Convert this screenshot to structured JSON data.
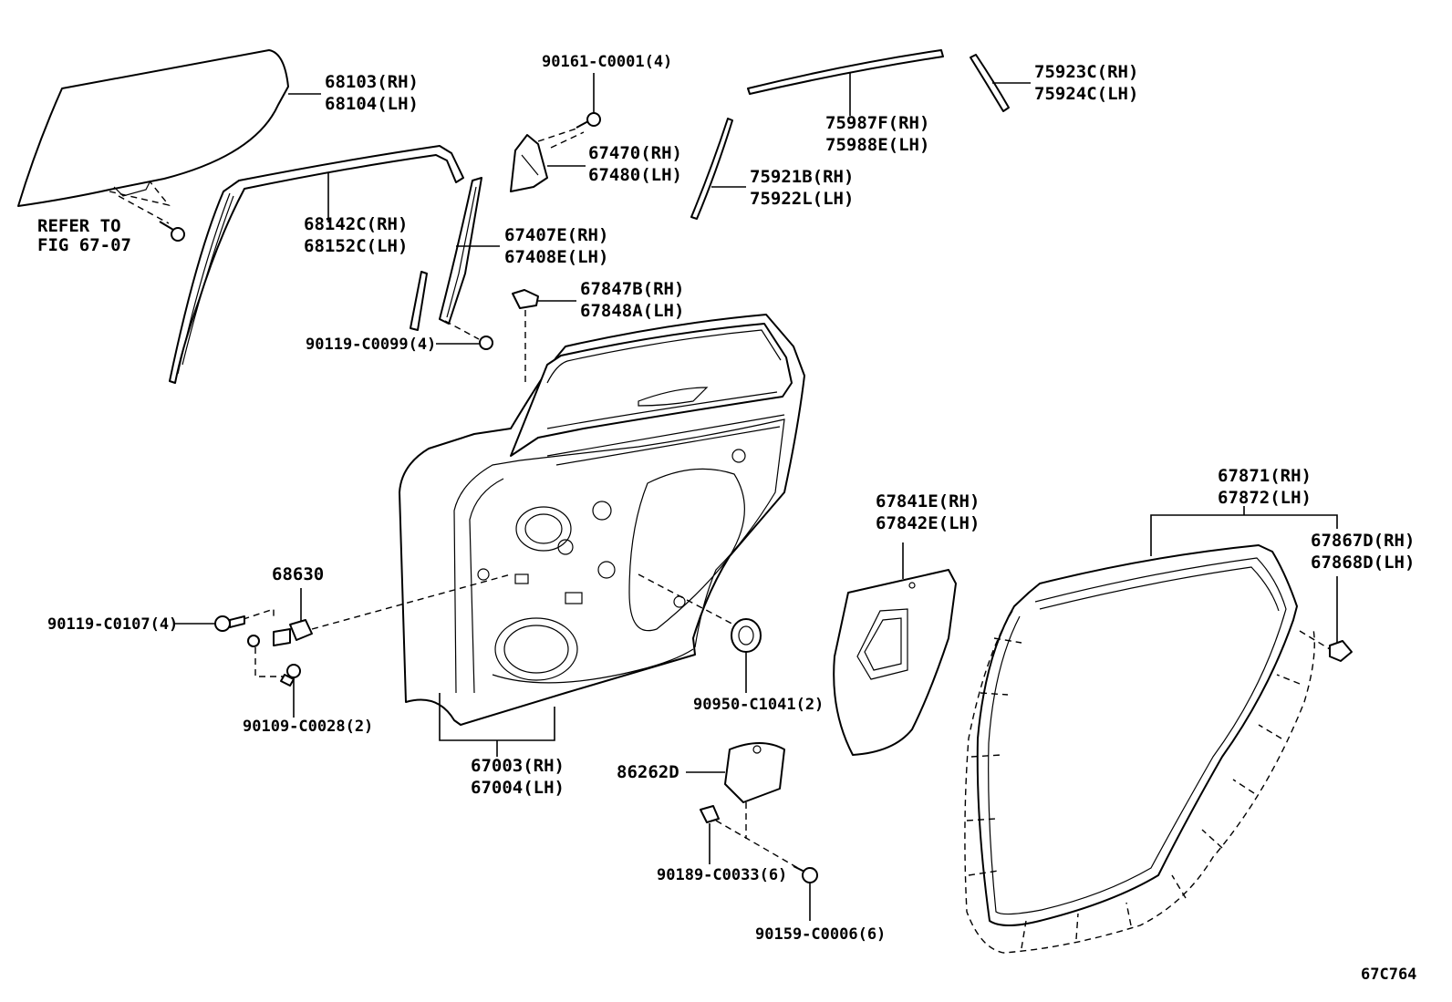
{
  "callouts": {
    "glass": {
      "line1": "68103(RH)",
      "line2": "68104(LH)"
    },
    "refer": {
      "line1": "REFER TO",
      "line2": "FIG 67-07"
    },
    "run_channel": {
      "line1": "68142C(RH)",
      "line2": "68152C(LH)"
    },
    "screw_90161": {
      "line1": "90161-C0001(4)"
    },
    "cover_67470": {
      "line1": "67470(RH)",
      "line2": "67480(LH)"
    },
    "mold_75987": {
      "line1": "75987F(RH)",
      "line2": "75988E(LH)"
    },
    "mold_75923": {
      "line1": "75923C(RH)",
      "line2": "75924C(LH)"
    },
    "mold_75921": {
      "line1": "75921B(RH)",
      "line2": "75922L(LH)"
    },
    "frame_67407": {
      "line1": "67407E(RH)",
      "line2": "67408E(LH)"
    },
    "clip_67847": {
      "line1": "67847B(RH)",
      "line2": "67848A(LH)"
    },
    "bolt_90119_99": {
      "line1": "90119-C0099(4)"
    },
    "part_68630": {
      "line1": "68630"
    },
    "bolt_90119_107": {
      "line1": "90119-C0107(4)"
    },
    "bolt_90109": {
      "line1": "90109-C0028(2)"
    },
    "door_panel": {
      "line1": "67003(RH)",
      "line2": "67004(LH)"
    },
    "plug_90950": {
      "line1": "90950-C1041(2)"
    },
    "service_cover": {
      "line1": "67841E(RH)",
      "line2": "67842E(LH)"
    },
    "weatherstrip": {
      "line1": "67871(RH)",
      "line2": "67872(LH)"
    },
    "clip_67867": {
      "line1": "67867D(RH)",
      "line2": "67868D(LH)"
    },
    "speaker_86262": {
      "line1": "86262D"
    },
    "nut_90189": {
      "line1": "90189-C0033(6)"
    },
    "screw_90159": {
      "line1": "90159-C0006(6)"
    }
  },
  "figure_code": "67C764"
}
